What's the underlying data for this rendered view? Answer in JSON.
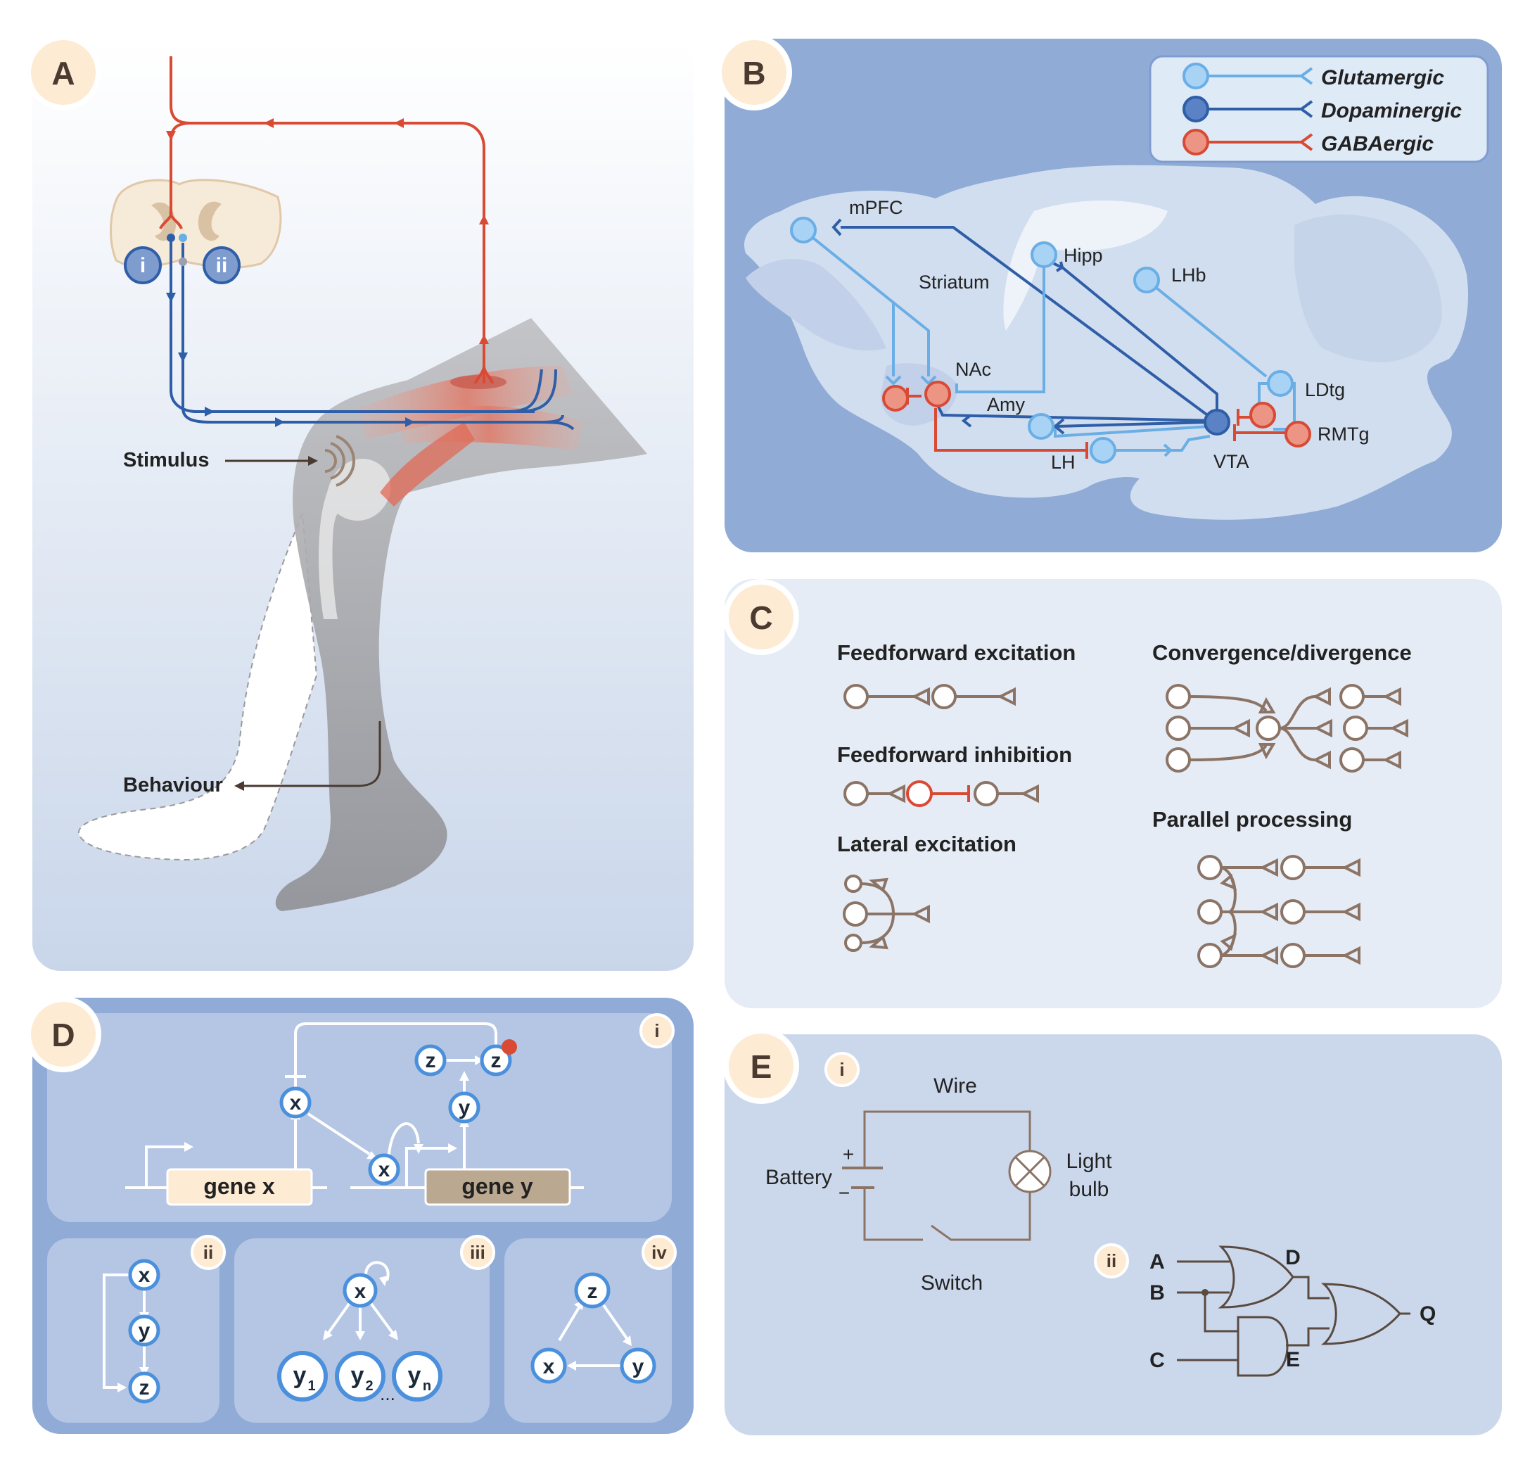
{
  "colors": {
    "glutamergic": "#6aaee6",
    "dopaminergic": "#2f5ea8",
    "gabaergic": "#d94a35",
    "panel_bg_light": "#e6ecf5",
    "panel_bg_blue": "#8fabd6",
    "badge_fill": "#fdebd4",
    "circuit_brown": "#8b7466"
  },
  "panels": {
    "A": {
      "badge": "A",
      "roman_i": "i",
      "roman_ii": "ii",
      "stimulus_label": "Stimulus",
      "behaviour_label": "Behaviour"
    },
    "B": {
      "badge": "B",
      "legend": [
        {
          "label": "Glutamergic",
          "icon": "glutamergic-neuron-icon"
        },
        {
          "label": "Dopaminergic",
          "icon": "dopaminergic-neuron-icon"
        },
        {
          "label": "GABAergic",
          "icon": "gabaergic-neuron-icon"
        }
      ],
      "regions": {
        "mpfc": "mPFC",
        "hipp": "Hipp",
        "striatum": "Striatum",
        "lhb": "LHb",
        "nac": "NAc",
        "amy": "Amy",
        "ldtg": "LDtg",
        "rmtg": "RMTg",
        "lh": "LH",
        "vta": "VTA"
      }
    },
    "C": {
      "badge": "C",
      "motifs": {
        "feedforward_excitation": "Feedforward excitation",
        "feedforward_inhibition": "Feedforward inhibition",
        "lateral_excitation": "Lateral excitation",
        "convergence_divergence": "Convergence/divergence",
        "parallel_processing": "Parallel processing"
      }
    },
    "D": {
      "badge": "D",
      "sub_i": "i",
      "sub_ii": "ii",
      "sub_iii": "iii",
      "sub_iv": "iv",
      "gene_x": "gene x",
      "gene_y": "gene y",
      "x": "x",
      "y": "y",
      "z": "z",
      "y1": "y",
      "y1_sub": "1",
      "y2": "y",
      "y2_sub": "2",
      "yn": "y",
      "yn_sub": "n",
      "ellipsis": "..."
    },
    "E": {
      "badge": "E",
      "sub_i": "i",
      "sub_ii": "ii",
      "wire": "Wire",
      "battery": "Battery",
      "light_line1": "Light",
      "light_line2": "bulb",
      "switch": "Switch",
      "plus": "+",
      "minus": "−",
      "gate_inputs": [
        "A",
        "B",
        "C"
      ],
      "gate_d": "D",
      "gate_e": "E",
      "gate_q": "Q"
    }
  }
}
